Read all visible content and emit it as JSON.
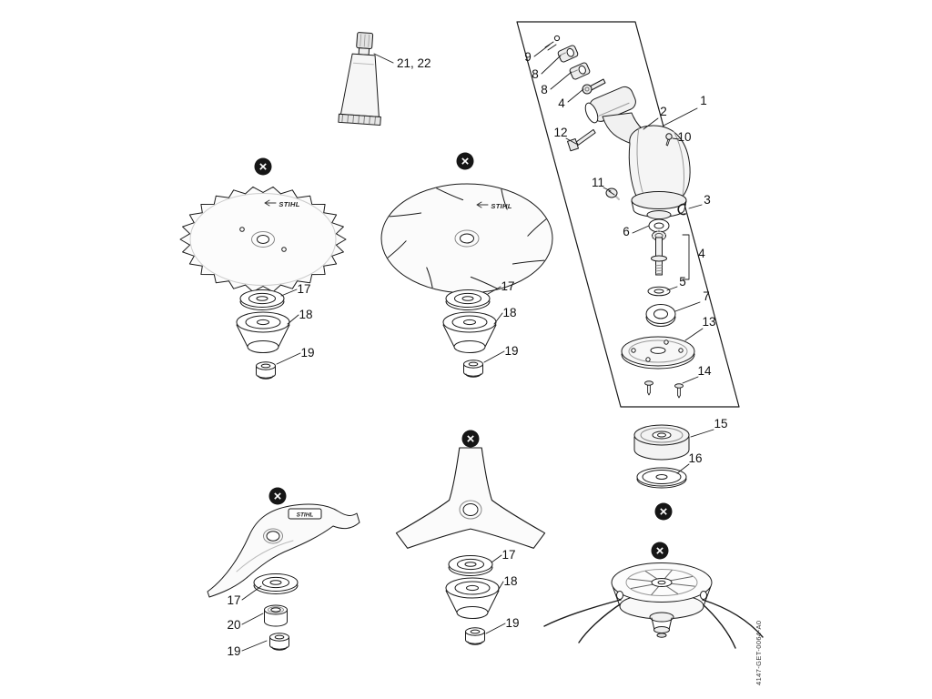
{
  "doc_code": "4147-GET-0064-A0",
  "brand": "STIHL",
  "icons": {
    "x_mark": "×"
  },
  "callouts": {
    "c1": "1",
    "c2": "2",
    "c3": "3",
    "c4": "4",
    "c5": "5",
    "c6": "6",
    "c7": "7",
    "c8": "8",
    "c9": "9",
    "c10": "10",
    "c11": "11",
    "c12": "12",
    "c13": "13",
    "c14": "14",
    "c15": "15",
    "c16": "16",
    "c17": "17",
    "c18": "18",
    "c19": "19",
    "c20": "20",
    "tube": "21, 22"
  }
}
